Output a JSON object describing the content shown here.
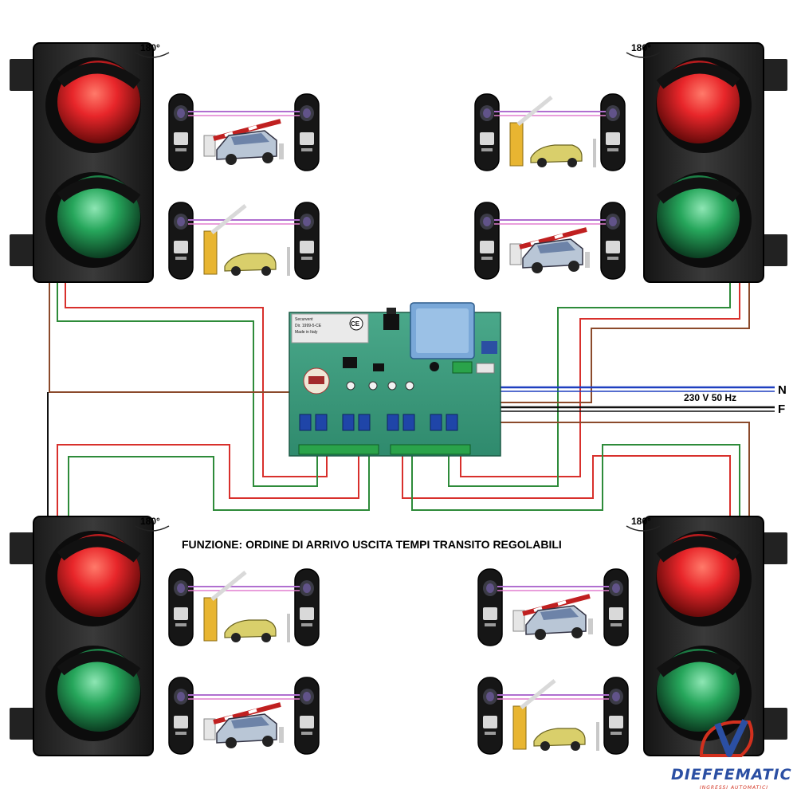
{
  "title": "FUNZIONE: ORDINE DI ARRIVO USCITA TEMPI TRANSITO REGOLABILI",
  "power": {
    "label": "230 V 50 Hz",
    "neutral": "N",
    "phase": "F"
  },
  "rotation_label": "180°",
  "board": {
    "maker": "Securvent",
    "cert": "Dir. 1999-5-CE",
    "origin": "Made in Italy",
    "mark": "CE"
  },
  "brand": {
    "name": "DIEFFEMATIC",
    "tagline": "INGRESSI AUTOMATICI",
    "colors": {
      "blue": "#2b4fa3",
      "red": "#d2301e"
    }
  },
  "colors": {
    "red_light": "#e8262a",
    "green_light": "#26a65b",
    "pcb": "#3a9a7e",
    "wire_red": "#d8302c",
    "wire_green": "#2e8b3a",
    "wire_brown": "#8b4a2b",
    "wire_blue": "#1f3fbf",
    "beam": "#b06fd0"
  },
  "traffic_lights": [
    {
      "id": "top-left",
      "icon": "traffic-light-icon"
    },
    {
      "id": "top-right",
      "icon": "traffic-light-icon"
    },
    {
      "id": "bottom-left",
      "icon": "traffic-light-icon"
    },
    {
      "id": "bottom-right",
      "icon": "traffic-light-icon"
    }
  ],
  "scenes": [
    {
      "id": "tl-upper",
      "type": "car-barrier"
    },
    {
      "id": "tl-lower",
      "type": "boom-car"
    },
    {
      "id": "tr-upper",
      "type": "boom-car"
    },
    {
      "id": "tr-lower",
      "type": "car-barrier"
    },
    {
      "id": "bl-upper",
      "type": "boom-car"
    },
    {
      "id": "bl-lower",
      "type": "car-barrier"
    },
    {
      "id": "br-upper",
      "type": "car-barrier"
    },
    {
      "id": "br-lower",
      "type": "boom-car"
    }
  ]
}
